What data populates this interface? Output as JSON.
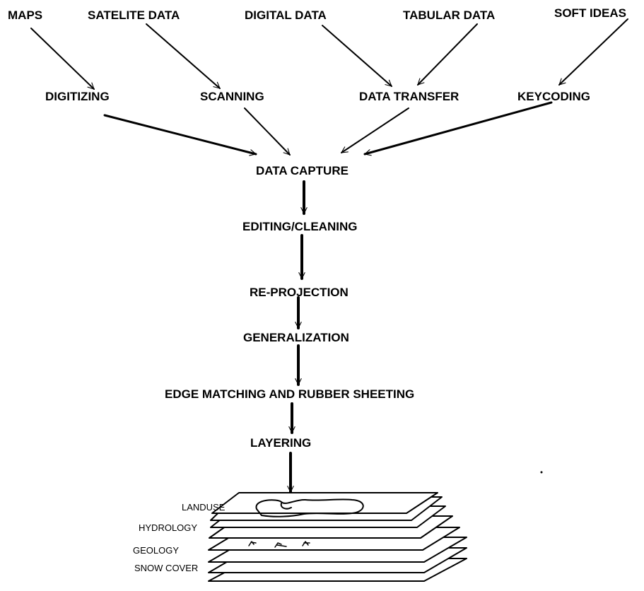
{
  "sources": {
    "maps": "MAPS",
    "satellite": "SATELITE DATA",
    "digital": "DIGITAL DATA",
    "tabular": "TABULAR DATA",
    "soft_ideas": "SOFT IDEAS"
  },
  "methods": {
    "digitizing": "DIGITIZING",
    "scanning": "SCANNING",
    "data_transfer": "DATA TRANSFER",
    "keycoding": "KEYCODING"
  },
  "steps": {
    "data_capture": "DATA CAPTURE",
    "editing_cleaning": "EDITING/CLEANING",
    "re_projection": "RE-PROJECTION",
    "generalization": "GENERALIZATION",
    "edge_matching": "EDGE MATCHING AND RUBBER SHEETING",
    "layering": "LAYERING"
  },
  "layers": {
    "landuse": "LANDUSE",
    "hydrology": "HYDROLOGY",
    "geology": "GEOLOGY",
    "snow_cover": "SNOW COVER"
  },
  "colors": {
    "ink": "#000000",
    "background": "#ffffff"
  }
}
